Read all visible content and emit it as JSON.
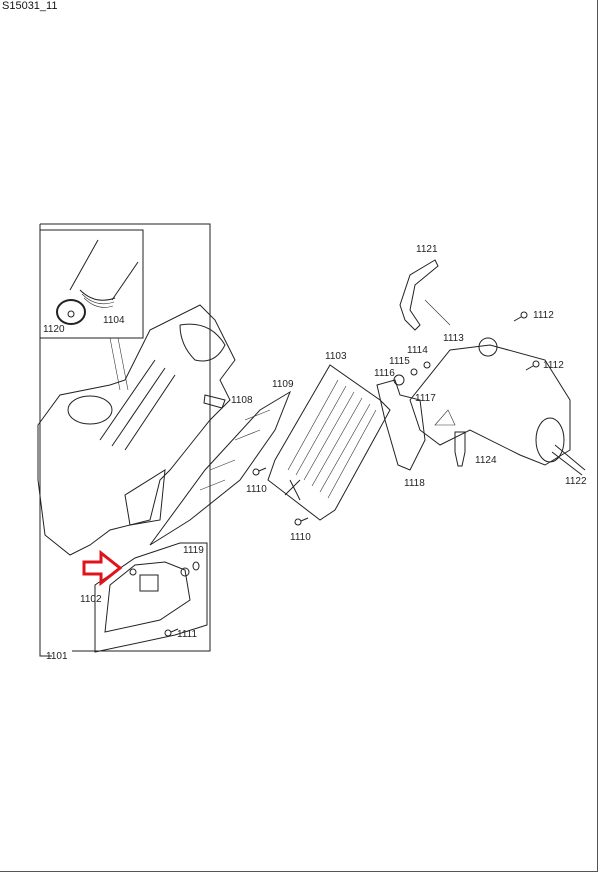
{
  "title": "S15031_11",
  "arrow_color": "#e0121b",
  "labels": {
    "p1101": "1101",
    "p1102": "1102",
    "p1103": "1103",
    "p1104": "1104",
    "p1108": "1108",
    "p1109": "1109",
    "p1110a": "1110",
    "p1110b": "1110",
    "p1111": "1111",
    "p1112a": "1112",
    "p1112b": "1112",
    "p1113": "1113",
    "p1114": "1114",
    "p1115": "1115",
    "p1116": "1116",
    "p1117": "1117",
    "p1118": "1118",
    "p1119": "1119",
    "p1120": "1120",
    "p1121": "1121",
    "p1122": "1122",
    "p1124": "1124"
  }
}
